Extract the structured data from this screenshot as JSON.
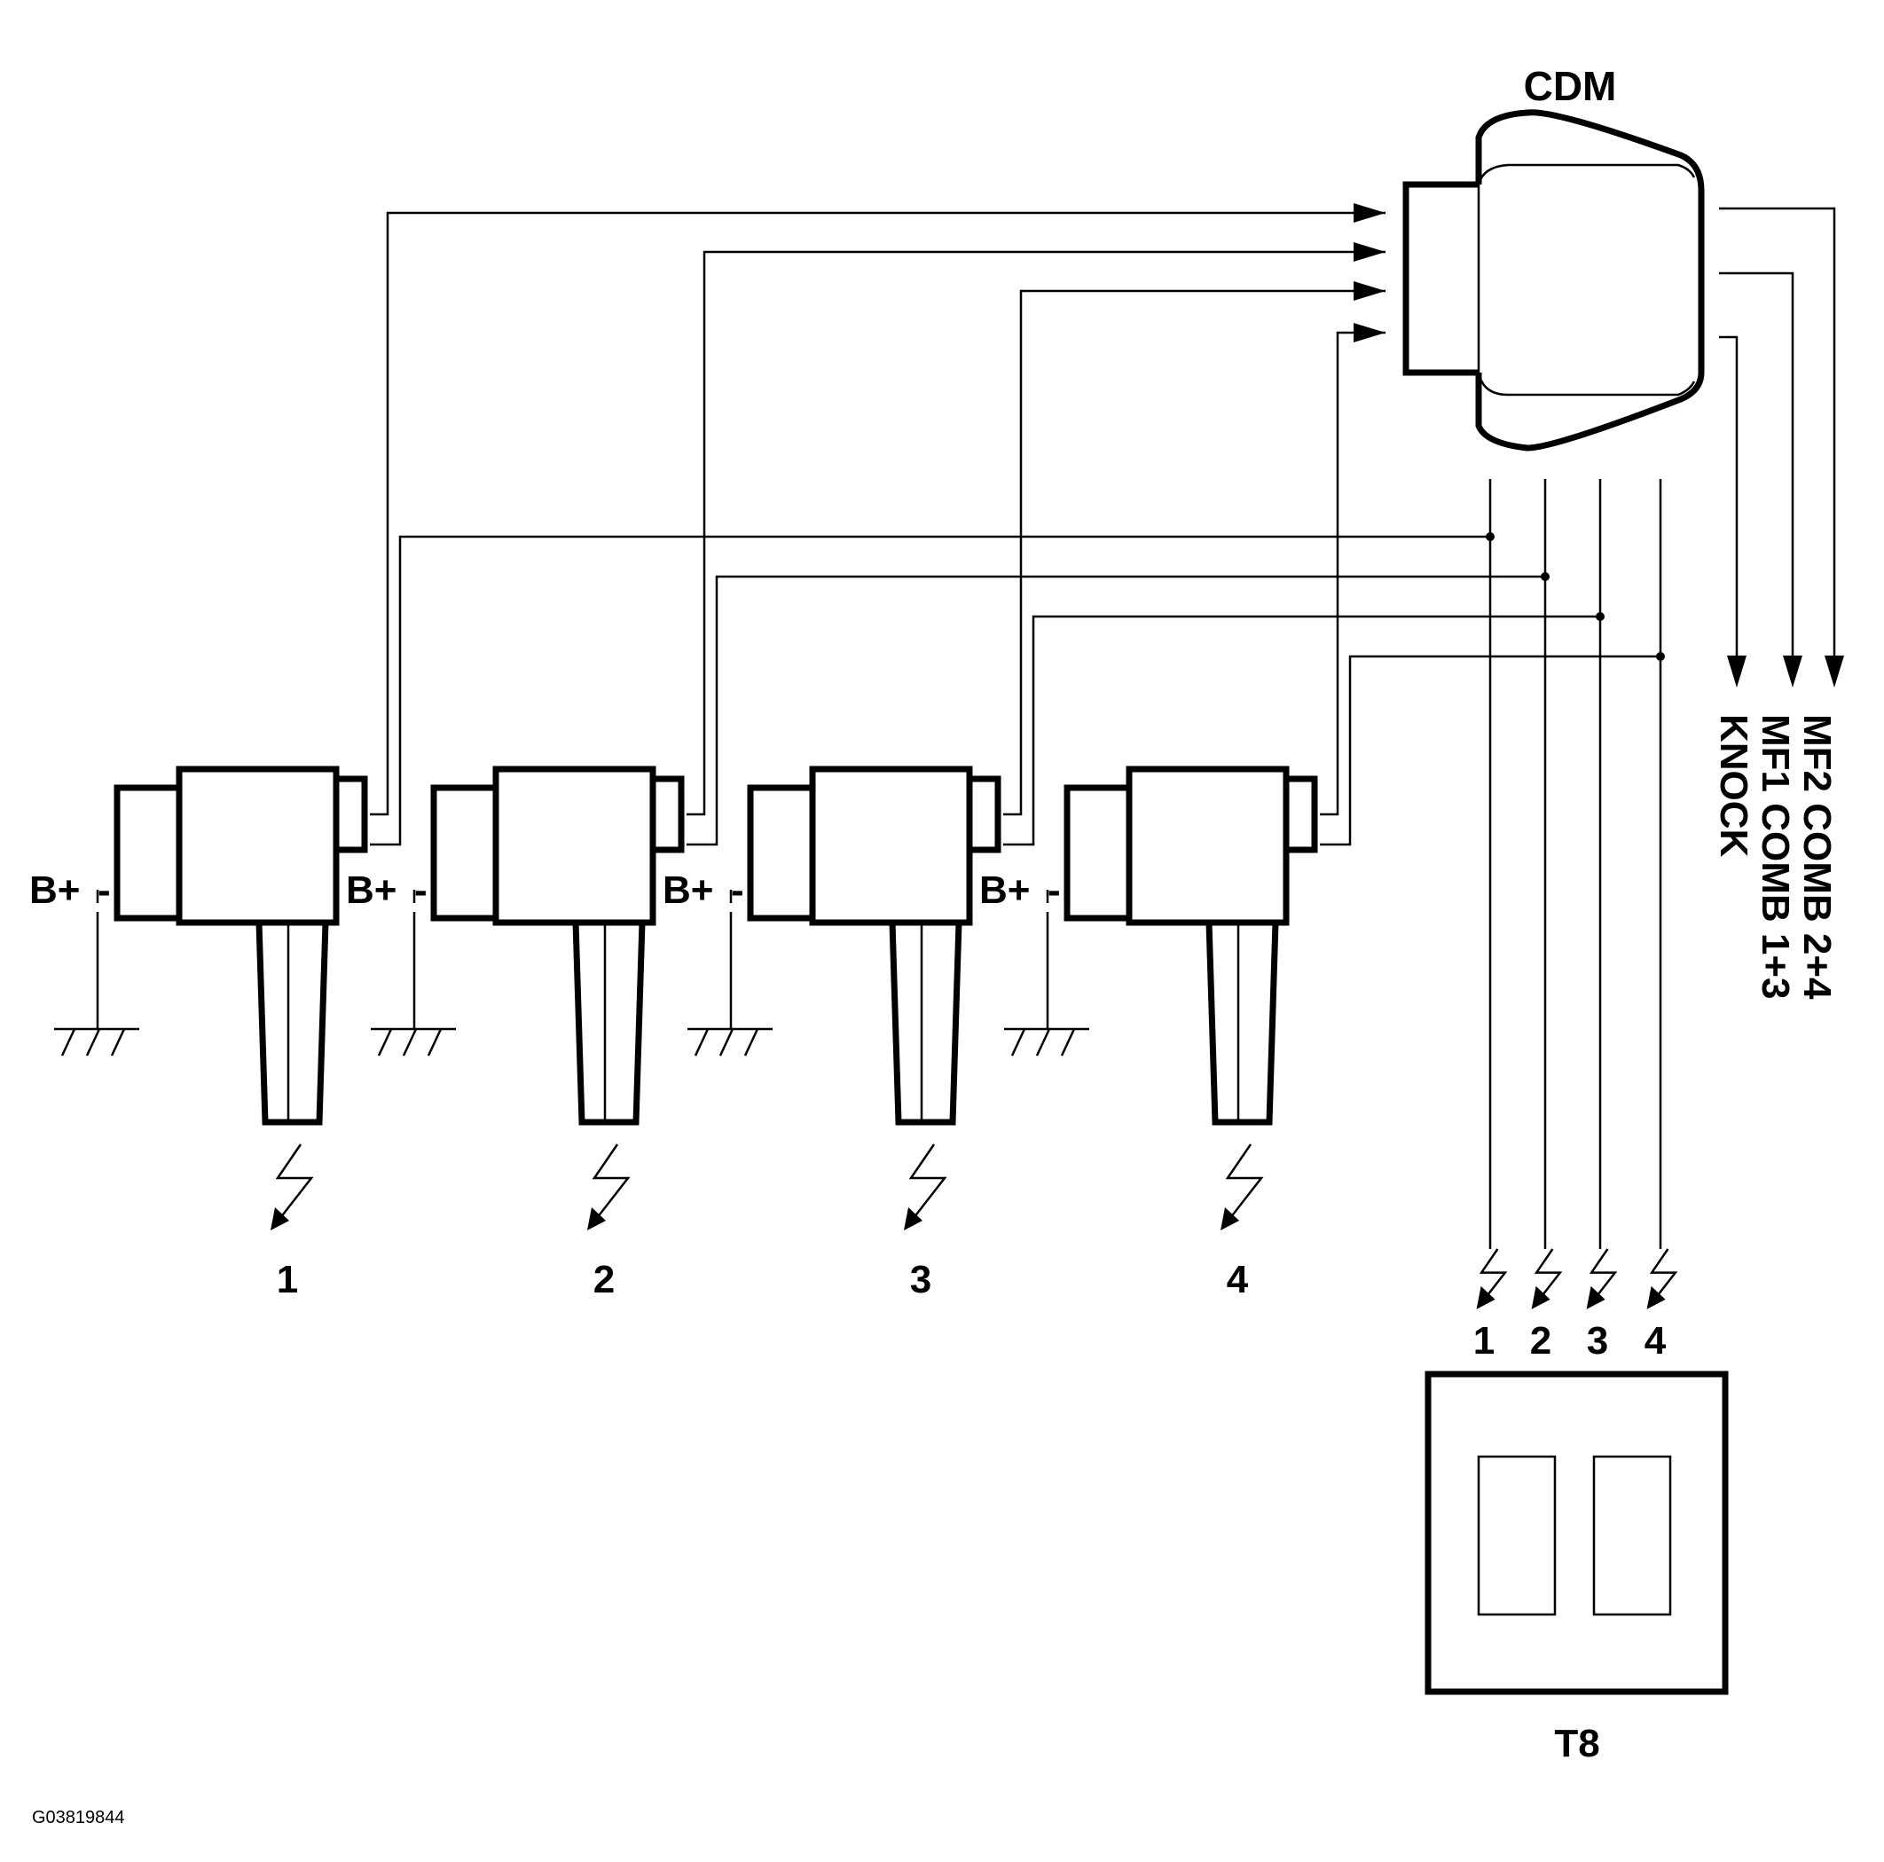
{
  "title_label": "CDM",
  "module_label": "T8",
  "figure_id": "G03819844",
  "coils": [
    {
      "number": "1",
      "supply_label": "B+",
      "minus_label": "-"
    },
    {
      "number": "2",
      "supply_label": "B+",
      "minus_label": "-"
    },
    {
      "number": "3",
      "supply_label": "B+",
      "minus_label": "-"
    },
    {
      "number": "4",
      "supply_label": "B+",
      "minus_label": "-"
    }
  ],
  "t8_channels": [
    "1",
    "2",
    "3",
    "4"
  ],
  "output_signals": [
    "KNOCK",
    "MF1 COMB 1+3",
    "MF2 COMB 2+4"
  ]
}
